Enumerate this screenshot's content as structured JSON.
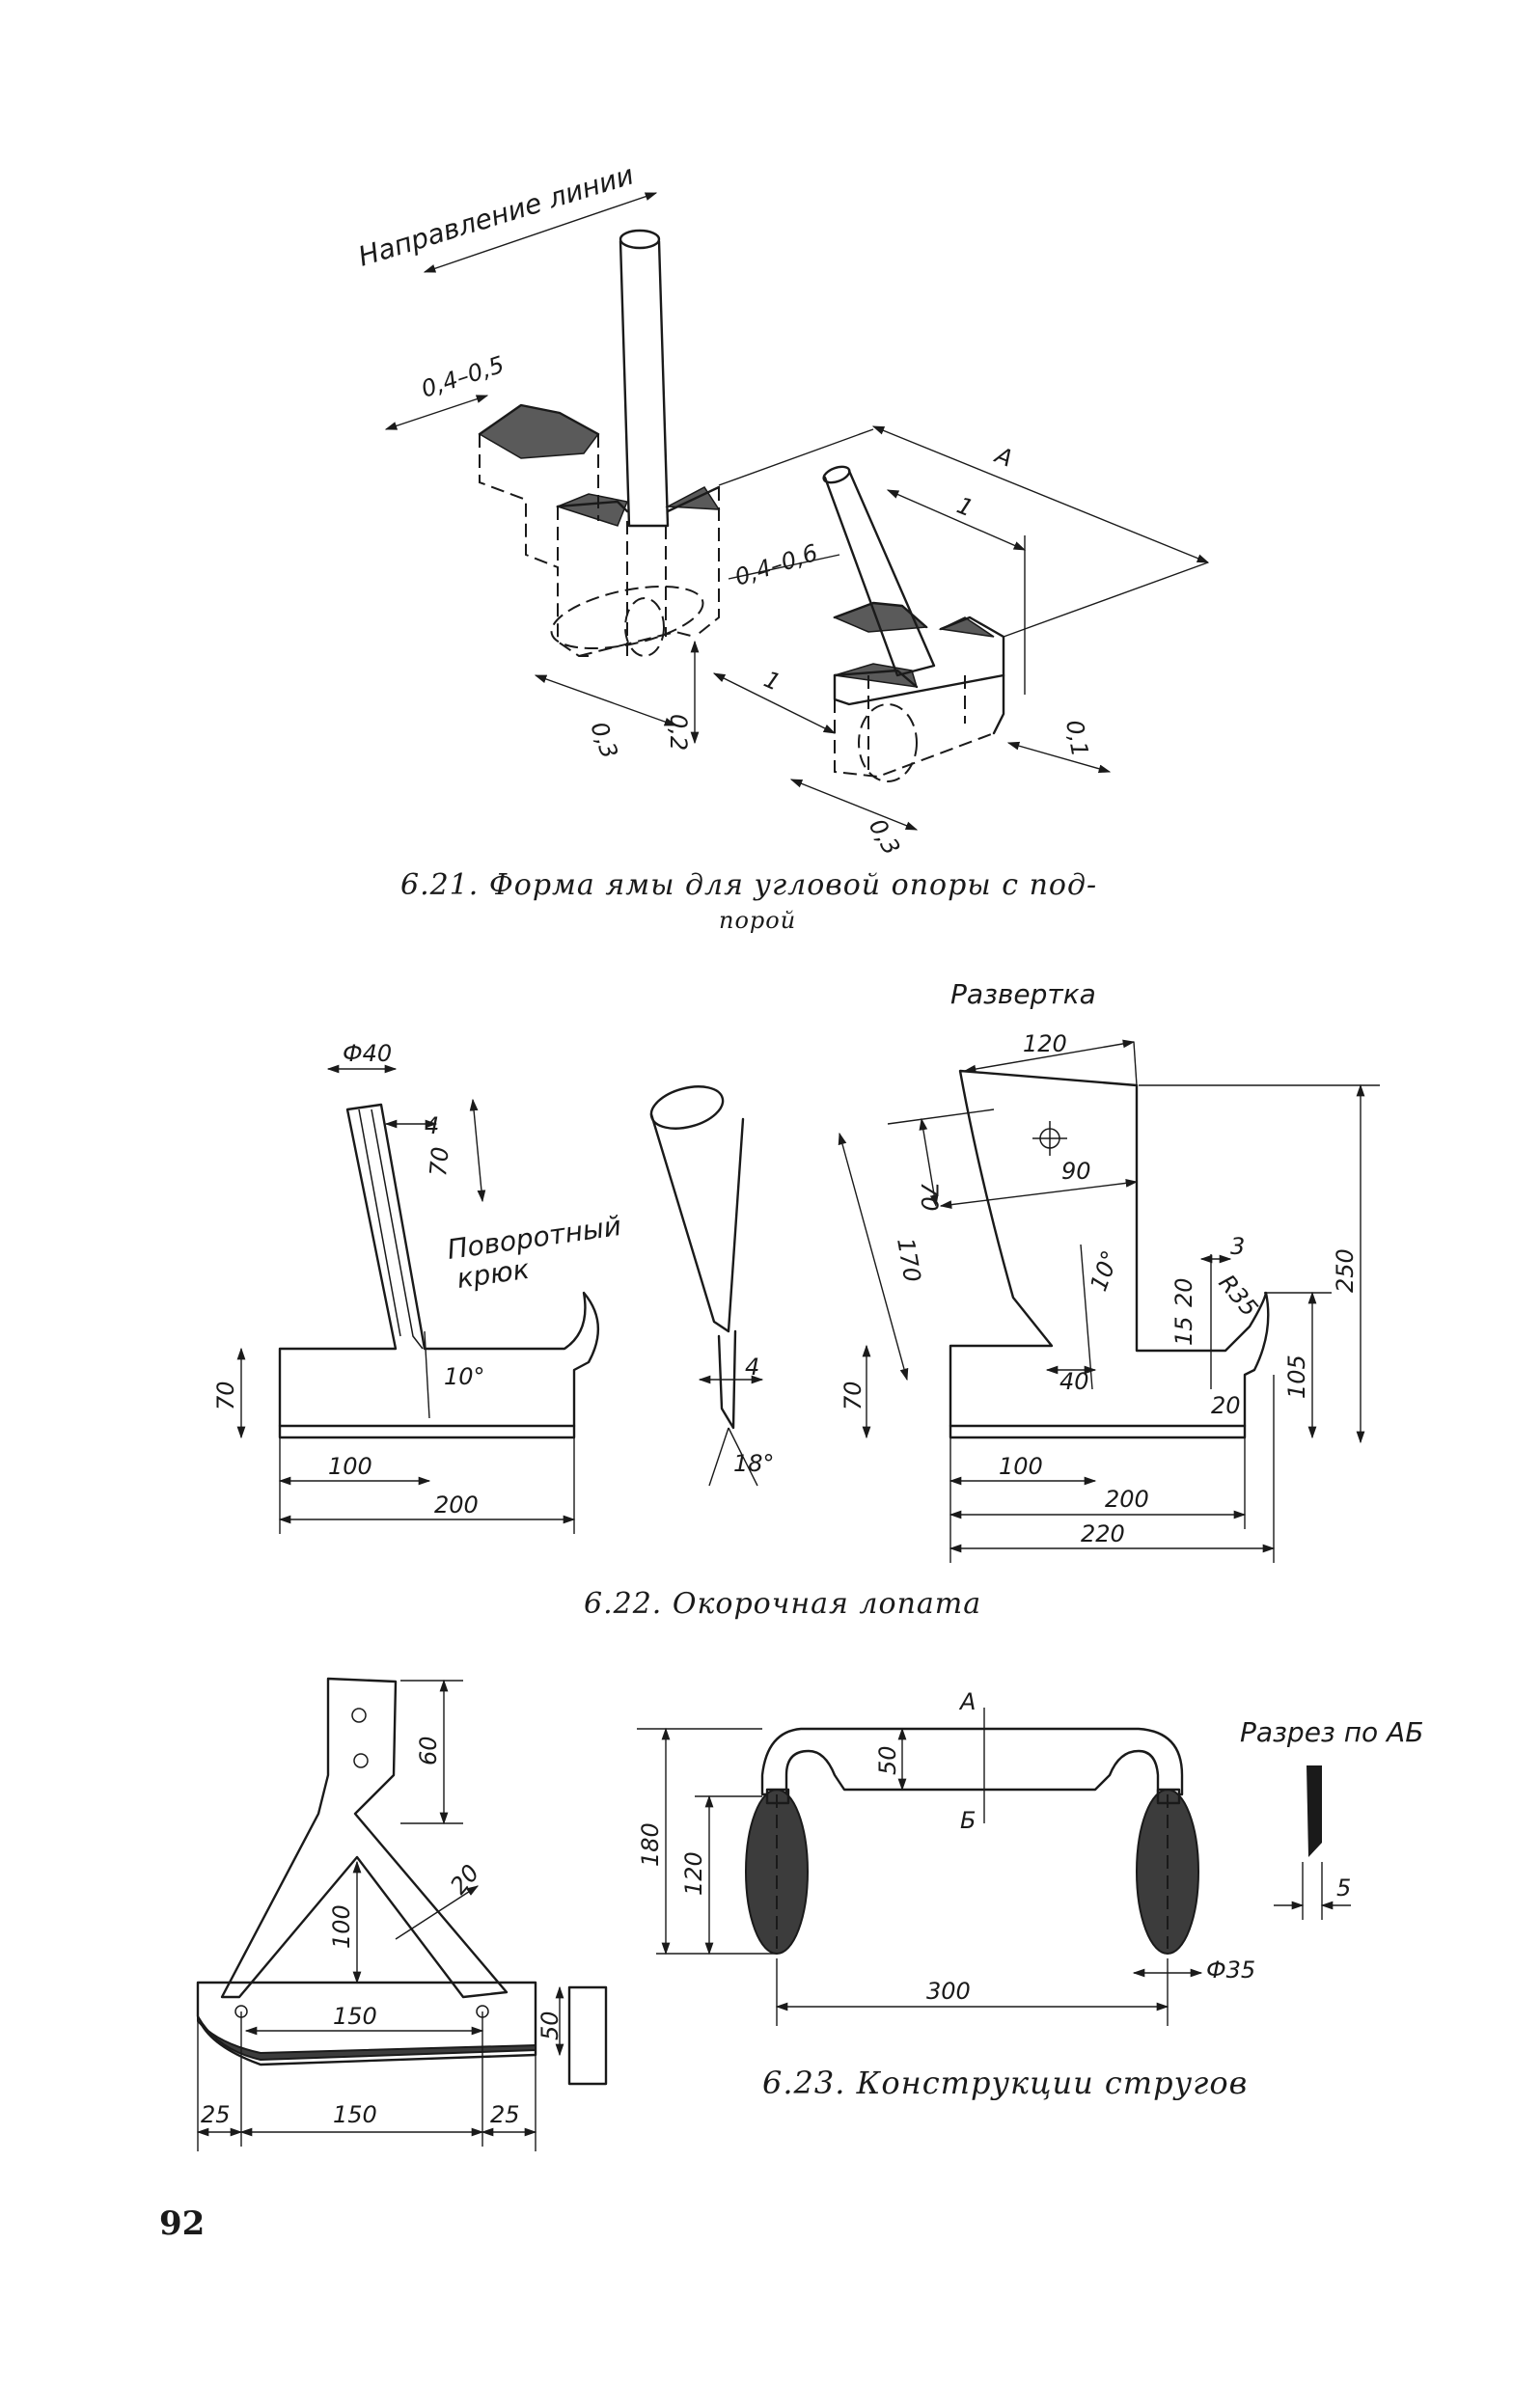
{
  "page_number": "92",
  "fig_621": {
    "caption_line1": "6.21. Форма ямы для угловой опоры с под-",
    "caption_line2": "порой",
    "label_direction": "Направление линии",
    "dims": {
      "d1": "0,4–0,5",
      "d2": "0,4–0,6",
      "a": "A",
      "l1": "1",
      "l2": "1",
      "w1": "0,3",
      "w2": "0,3",
      "h1": "0,2",
      "h2": "0,1"
    }
  },
  "fig_622": {
    "caption": "6.22. Окорочная лопата",
    "label_unfold": "Развертка",
    "label_hook_1": "Поворотный",
    "label_hook_2": "крюк",
    "dims": {
      "phi40": "Ф40",
      "d4": "4",
      "d70a": "70",
      "deg10a": "10°",
      "h70": "70",
      "w100": "100",
      "w200": "200",
      "side4": "4",
      "deg18": "18°",
      "u120": "120",
      "u70": "70",
      "u90": "90",
      "u170": "170",
      "deg10b": "10°",
      "u40": "40",
      "u3": "3",
      "u15": "15",
      "u20a": "20",
      "r35": "R35",
      "u20b": "20",
      "u70b": "70",
      "u250": "250",
      "u105": "105",
      "u100": "100",
      "u200": "200",
      "u220": "220"
    }
  },
  "fig_623": {
    "caption": "6.23. Конструкции стругов",
    "label_section": "Разрез по АБ",
    "dims": {
      "d60": "60",
      "d20": "20",
      "d100": "100",
      "d150a": "150",
      "d50a": "50",
      "d25a": "25",
      "d150b": "150",
      "d25b": "25",
      "sA": "А",
      "sB": "Б",
      "d50b": "50",
      "d180": "180",
      "d120": "120",
      "d300": "300",
      "phi35": "Ф35",
      "d5": "5"
    }
  }
}
